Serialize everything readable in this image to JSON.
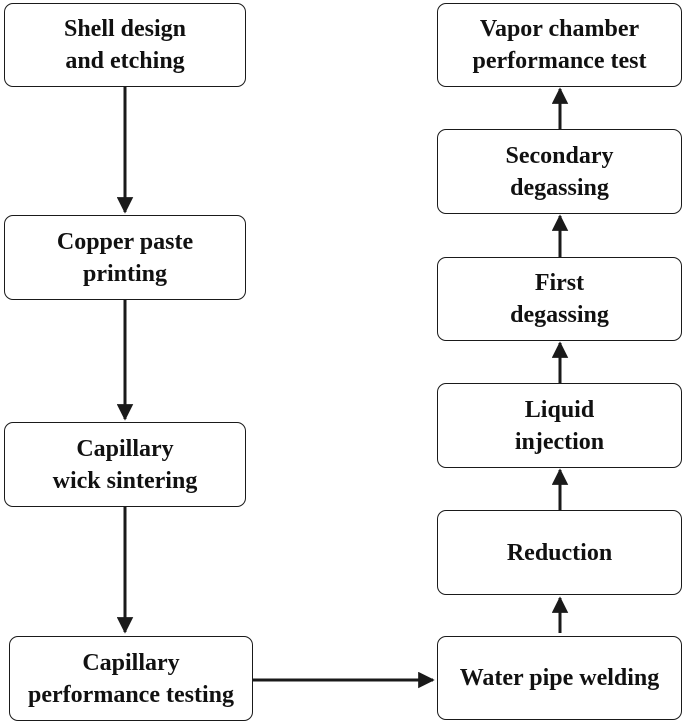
{
  "steps": {
    "shell_design": {
      "line1": "Shell design",
      "line2": "and etching"
    },
    "copper_paste": {
      "line1": "Copper paste",
      "line2": "printing"
    },
    "capillary_wick": {
      "line1": "Capillary",
      "line2": "wick sintering"
    },
    "capillary_perf": {
      "line1": "Capillary",
      "line2": "performance testing"
    },
    "water_pipe": {
      "line1": "Water pipe welding"
    },
    "reduction": {
      "line1": "Reduction"
    },
    "liquid_injection": {
      "line1": "Liquid",
      "line2": "injection"
    },
    "first_degassing": {
      "line1": "First",
      "line2": "degassing"
    },
    "secondary_degassing": {
      "line1": "Secondary",
      "line2": "degassing"
    },
    "vapor_chamber": {
      "line1": "Vapor chamber",
      "line2": "performance test"
    }
  },
  "colors": {
    "stroke": "#1a1a1a",
    "text": "#111111",
    "background": "#ffffff"
  }
}
